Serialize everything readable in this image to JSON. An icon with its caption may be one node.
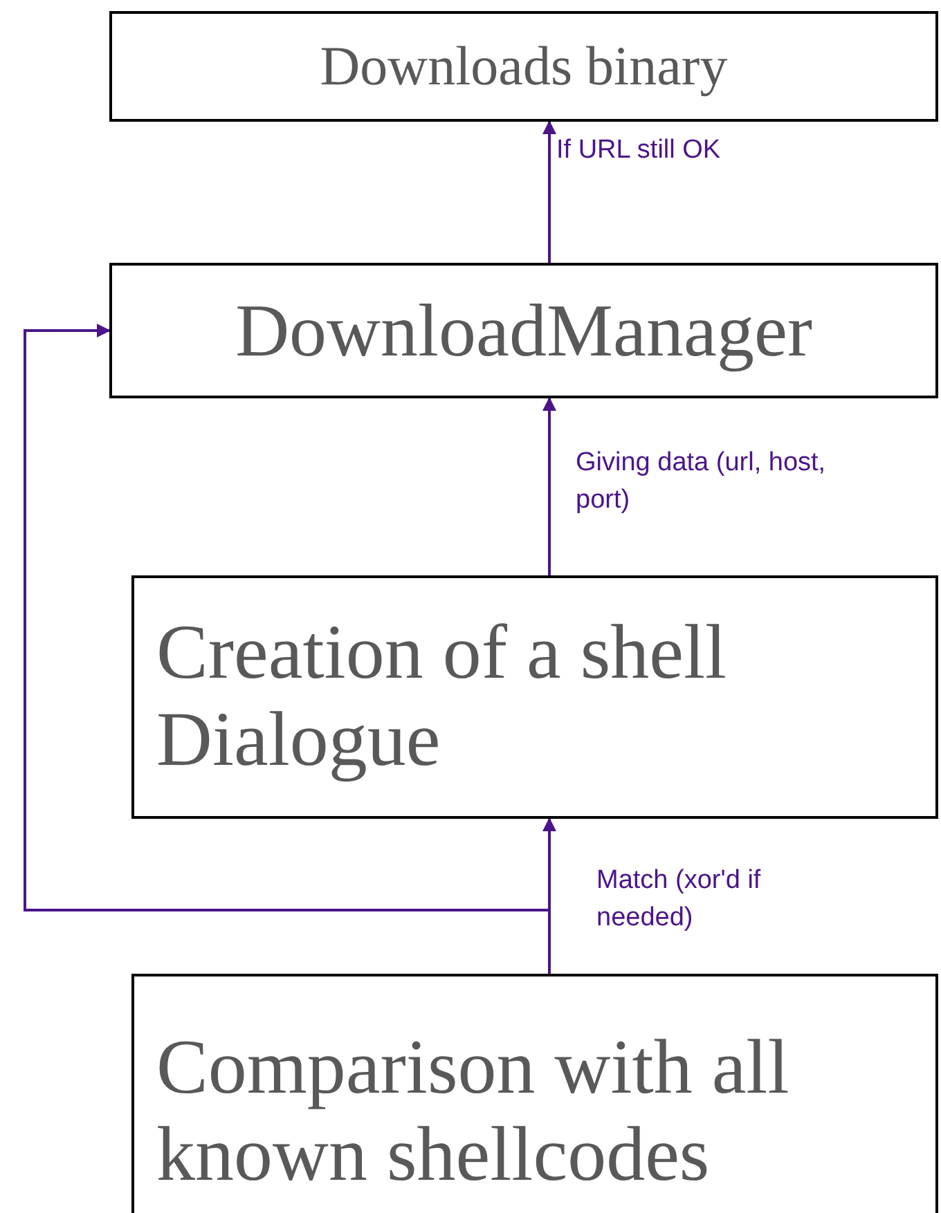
{
  "diagram": {
    "nodes": [
      {
        "text": [
          "Downloads binary"
        ]
      },
      {
        "text": [
          "DownloadManager"
        ]
      },
      {
        "text": [
          "Creation of a shell Dialogue"
        ]
      },
      {
        "text": [
          "Comparison with all known shellcodes"
        ]
      }
    ],
    "edges": [
      {
        "from": 3,
        "to": 2,
        "arrow": "to",
        "label": "Match (xor'd if needed)"
      },
      {
        "from": 3,
        "to": 1,
        "arrow": "to"
      },
      {
        "from": 2,
        "to": 1,
        "arrow": "to",
        "label": "Giving data (url, host, port)"
      },
      {
        "from": 1,
        "to": 0,
        "arrow": "to",
        "label": "If URL still OK"
      }
    ]
  }
}
